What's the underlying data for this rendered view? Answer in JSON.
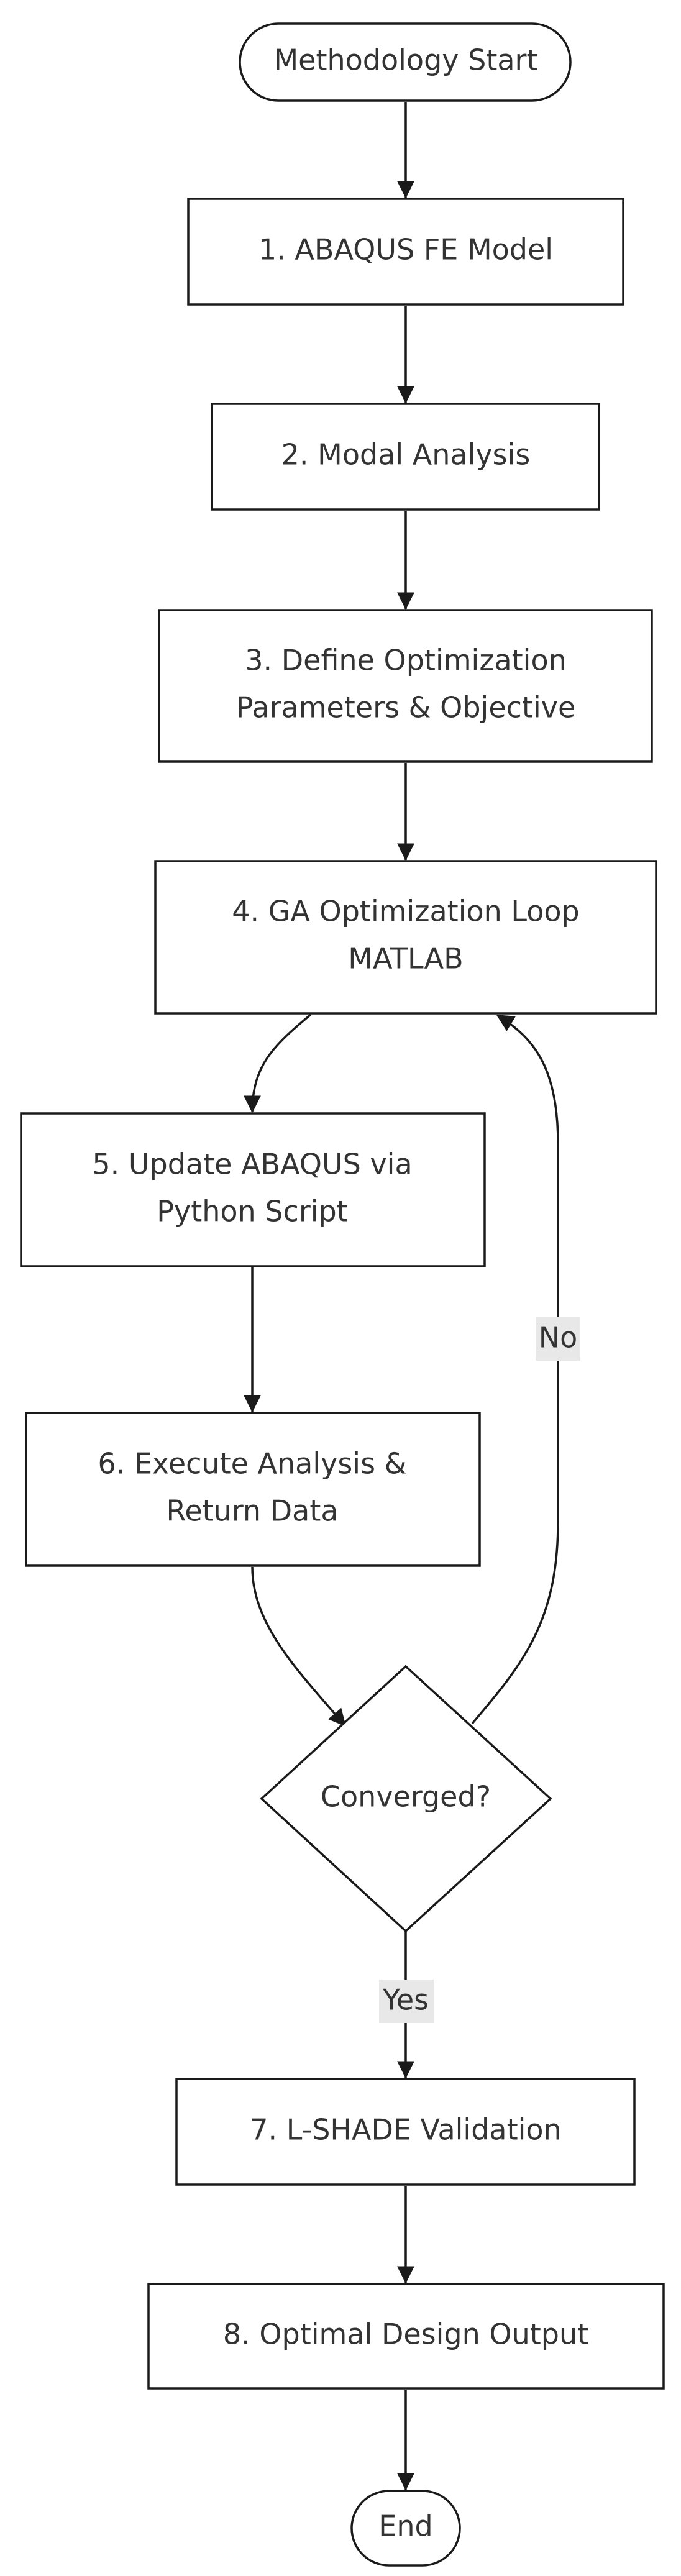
{
  "nodes": {
    "start": "Methodology Start",
    "fe_model": "1. ABAQUS FE Model",
    "modal": "2. Modal Analysis",
    "define_line1": "3. Define Optimization",
    "define_line2": "Parameters & Objective",
    "ga_line1": "4. GA Optimization Loop",
    "ga_line2": "MATLAB",
    "update_line1": "5. Update ABAQUS via",
    "update_line2": "Python Script",
    "execute_line1": "6. Execute Analysis &",
    "execute_line2": "Return Data",
    "converged": "Converged?",
    "lshade": "7. L-SHADE Validation",
    "output": "8. Optimal Design Output",
    "end": "End"
  },
  "edge_labels": {
    "no": "No",
    "yes": "Yes"
  },
  "colors": {
    "stroke": "#1a1a1a",
    "text": "#333333",
    "label_bg": "#e8e8e8",
    "node_fill": "#ffffff"
  }
}
